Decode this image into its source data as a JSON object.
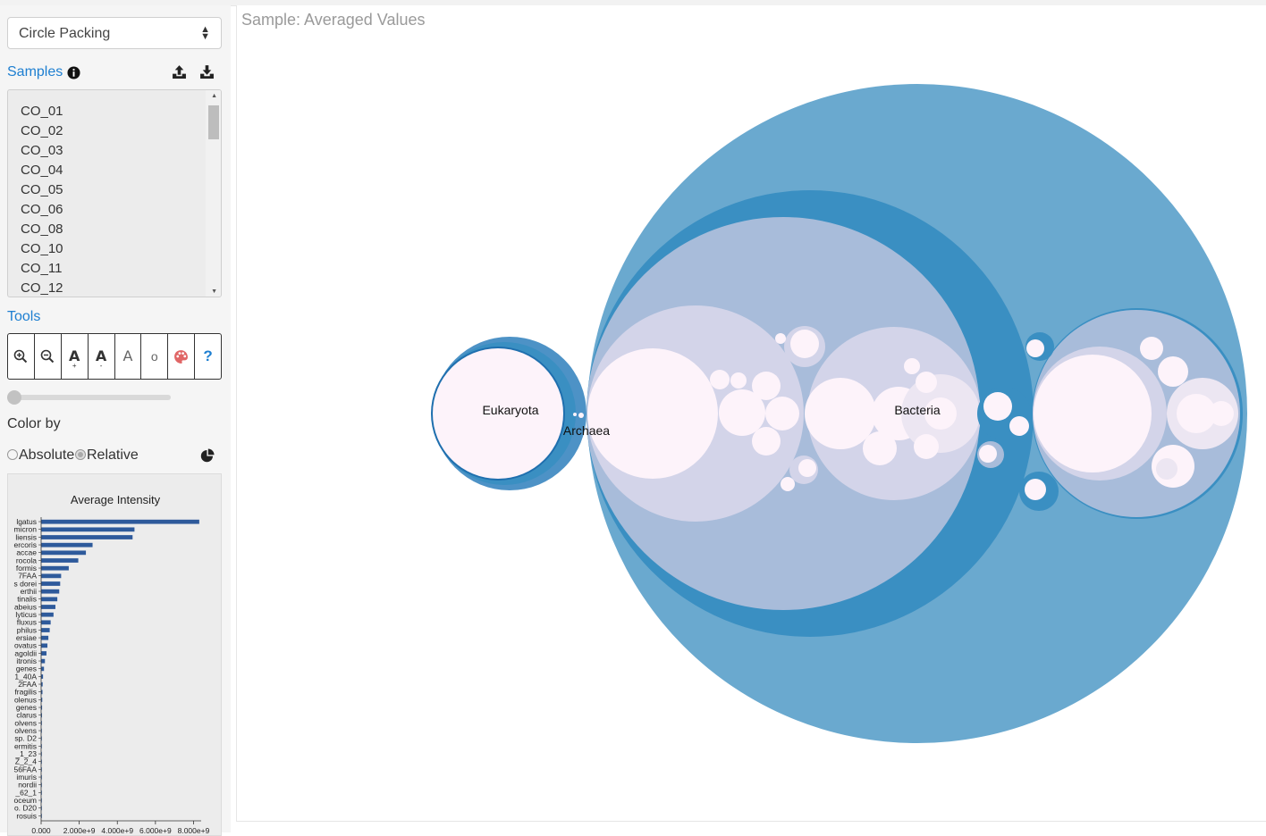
{
  "controls": {
    "view_select": "Circle Packing",
    "samples_label": "Samples",
    "tools_label": "Tools",
    "color_by_label": "Color by",
    "color_options": [
      "Absolute",
      "Relative"
    ],
    "selected_color_option": "Relative",
    "tool_buttons": [
      {
        "name": "zoom-in-icon"
      },
      {
        "name": "zoom-out-icon"
      },
      {
        "name": "font-increase",
        "glyph": "A",
        "sub": "+"
      },
      {
        "name": "font-decrease",
        "glyph": "A",
        "sub": "-"
      },
      {
        "name": "font-toggle",
        "glyph": "A"
      },
      {
        "name": "circle-toggle",
        "glyph": "o"
      },
      {
        "name": "palette-icon"
      },
      {
        "name": "help",
        "glyph": "?"
      }
    ],
    "slider_value": 0
  },
  "samples": [
    "CO_01",
    "CO_02",
    "CO_03",
    "CO_04",
    "CO_05",
    "CO_06",
    "CO_08",
    "CO_10",
    "CO_11",
    "CO_12"
  ],
  "main": {
    "sample_title": "Sample: Averaged Values"
  },
  "circle_pack": {
    "labels": [
      "Eukaryota",
      "Archaea",
      "Bacteria"
    ],
    "colors": {
      "root": "#6aa9cf",
      "level1": "#3a8fc2",
      "level2": "#a8bcda",
      "level3": "#d3d4e9",
      "leaf": "#fdf3fa"
    }
  },
  "chart_data": {
    "type": "bar",
    "title": "Average Intensity",
    "orientation": "horizontal",
    "categories": [
      "lgatus",
      "micron",
      "liensis",
      "ercoris",
      "accae",
      "rocola",
      "formis",
      "7FAA",
      "s dorei",
      "erthii",
      "tinalis",
      "abeius",
      "lyticus",
      "fluxus",
      "philus",
      "ersiae",
      "ovatus",
      "agoldii",
      "itronis",
      "genes",
      "1_40A",
      "2FAA",
      "fragilis",
      "olenus",
      "genes",
      "clarus",
      "olvens",
      "olvens",
      "sp. D2",
      "ermitis",
      "_1_23",
      "Z_2_4",
      "56FAA",
      "imuris",
      "nordii",
      "_62_1",
      "oceum",
      "o. D20",
      "rosuis"
    ],
    "values": [
      8300000000.0,
      4900000000.0,
      4800000000.0,
      2700000000.0,
      2350000000.0,
      1950000000.0,
      1450000000.0,
      1050000000.0,
      1000000000.0,
      950000000.0,
      850000000.0,
      750000000.0,
      650000000.0,
      500000000.0,
      450000000.0,
      380000000.0,
      330000000.0,
      280000000.0,
      200000000.0,
      150000000.0,
      100000000.0,
      80000000.0,
      70000000.0,
      60000000.0,
      50000000.0,
      45000000.0,
      40000000.0,
      35000000.0,
      30000000.0,
      25000000.0,
      20000000.0,
      18000000.0,
      16000000.0,
      14000000.0,
      12000000.0,
      10000000.0,
      8000000.0,
      6000000.0,
      4000000.0
    ],
    "xlim": [
      0,
      8400000000.0
    ],
    "xticks": [
      0,
      2000000000.0,
      4000000000.0,
      6000000000.0,
      8000000000.0
    ],
    "xtick_labels": [
      "0.000",
      "2.000e+9",
      "4.000e+9",
      "6.000e+9",
      "8.000e+9"
    ],
    "bar_color": "#2e5a9b"
  }
}
